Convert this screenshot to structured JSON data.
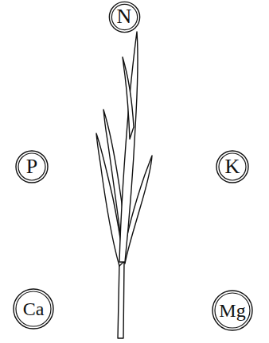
{
  "diagram": {
    "nodes": [
      {
        "text": [
          "N"
        ]
      },
      {
        "text": [
          "P"
        ]
      },
      {
        "text": [
          "K"
        ]
      },
      {
        "text": [
          "Ca"
        ]
      },
      {
        "text": [
          "Mg"
        ]
      }
    ]
  }
}
